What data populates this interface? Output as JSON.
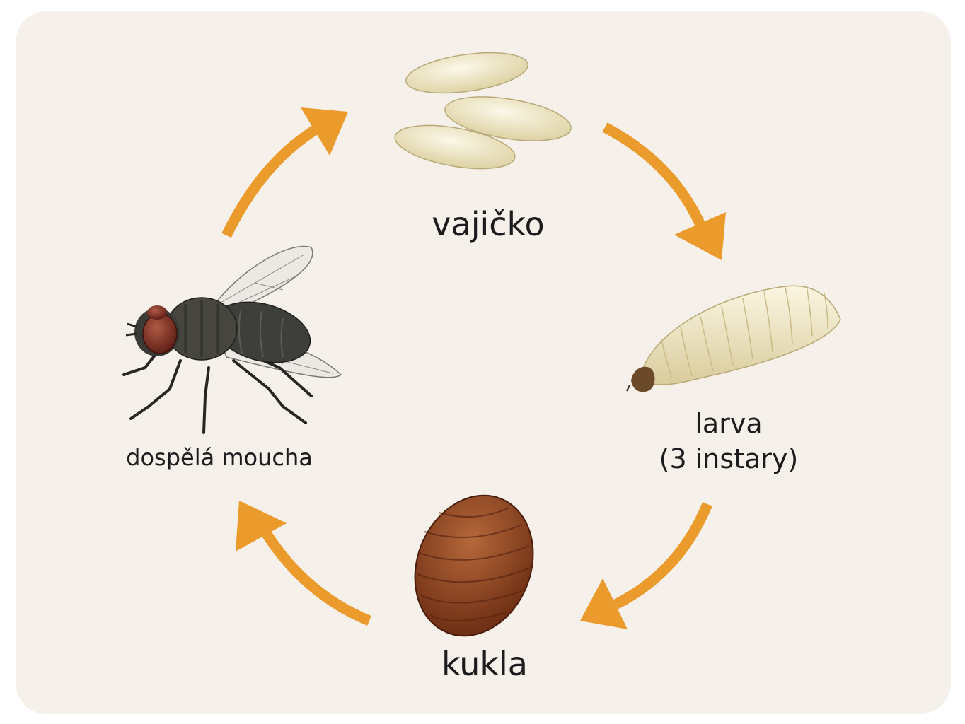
{
  "stages": {
    "egg": {
      "label": "vajičko"
    },
    "larva": {
      "label_line1": "larva",
      "label_line2": "(3 instary)"
    },
    "pupa": {
      "label": "kukla"
    },
    "adult": {
      "label": "dospělá moucha"
    }
  },
  "colors": {
    "background": "#f5f0ea",
    "arrow": "#eb9a2c",
    "egg": "#ece4c4",
    "larva": "#efe7c9",
    "pupa": "#8a3f1d",
    "fly_body": "#3a3a36",
    "fly_eye": "#7a2a20"
  },
  "icons": [
    "egg-icon",
    "larva-icon",
    "pupa-icon",
    "fly-icon",
    "arrow-icon"
  ]
}
